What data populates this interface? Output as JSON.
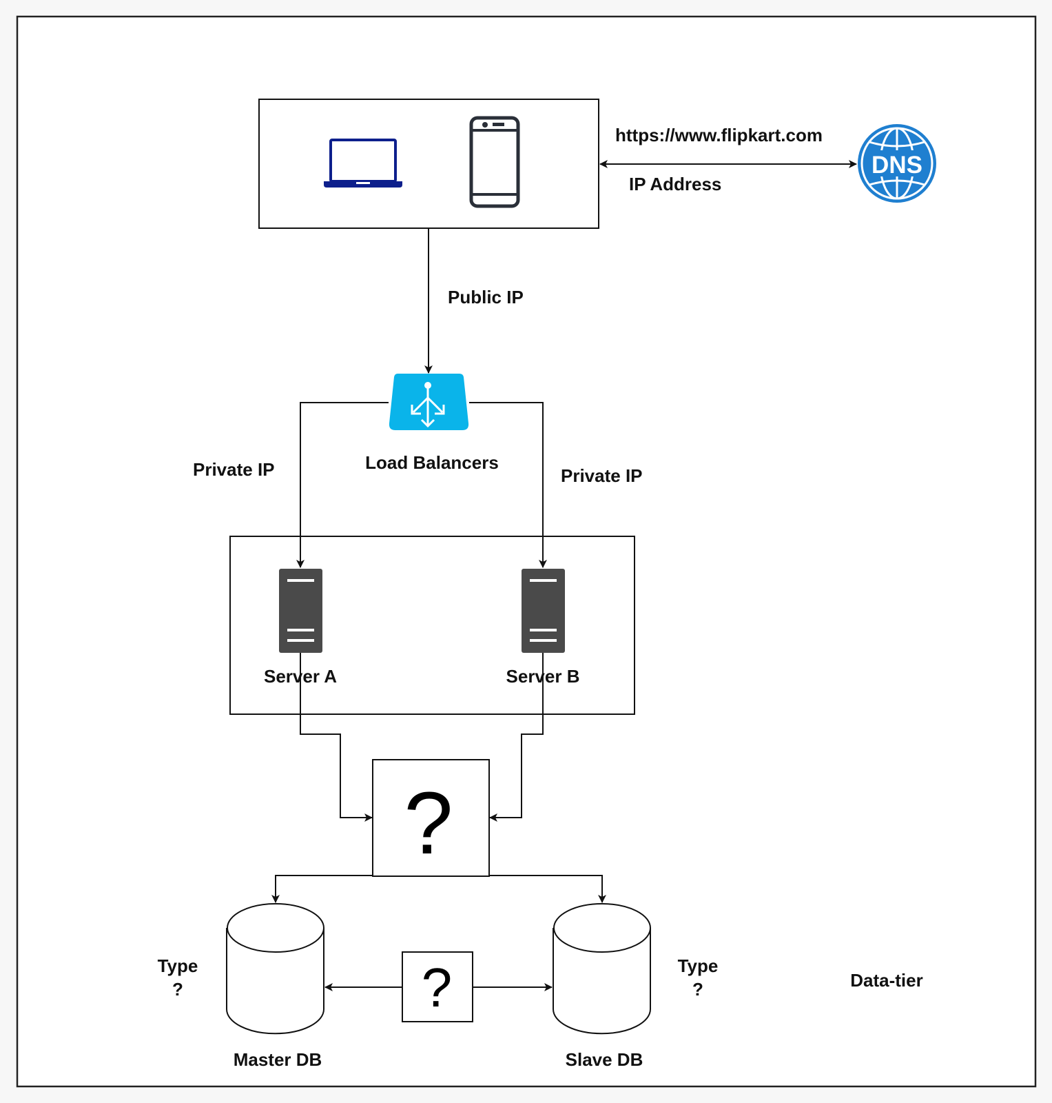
{
  "labels": {
    "url": "https://www.flipkart.com",
    "ip_address": "IP Address",
    "dns": "DNS",
    "public_ip": "Public IP",
    "load_balancers": "Load Balancers",
    "private_ip_left": "Private IP",
    "private_ip_right": "Private IP",
    "server_a": "Server A",
    "server_b": "Server B",
    "unknown_mid": "?",
    "unknown_db_link": "?",
    "master_db": "Master DB",
    "slave_db": "Slave DB",
    "type_left_line1": "Type",
    "type_left_line2": "?",
    "type_right_line1": "Type",
    "type_right_line2": "?",
    "data_tier": "Data-tier"
  },
  "colors": {
    "laptop": "#0d1f8c",
    "phone": "#2a2f38",
    "dns_blue": "#1f7fd0",
    "load_balancer": "#0ab4ea",
    "server": "#4a4a4a",
    "line": "#111111"
  },
  "icons": [
    "laptop-icon",
    "mobile-phone-icon",
    "dns-globe-icon",
    "load-balancer-icon",
    "server-icon",
    "database-icon"
  ]
}
